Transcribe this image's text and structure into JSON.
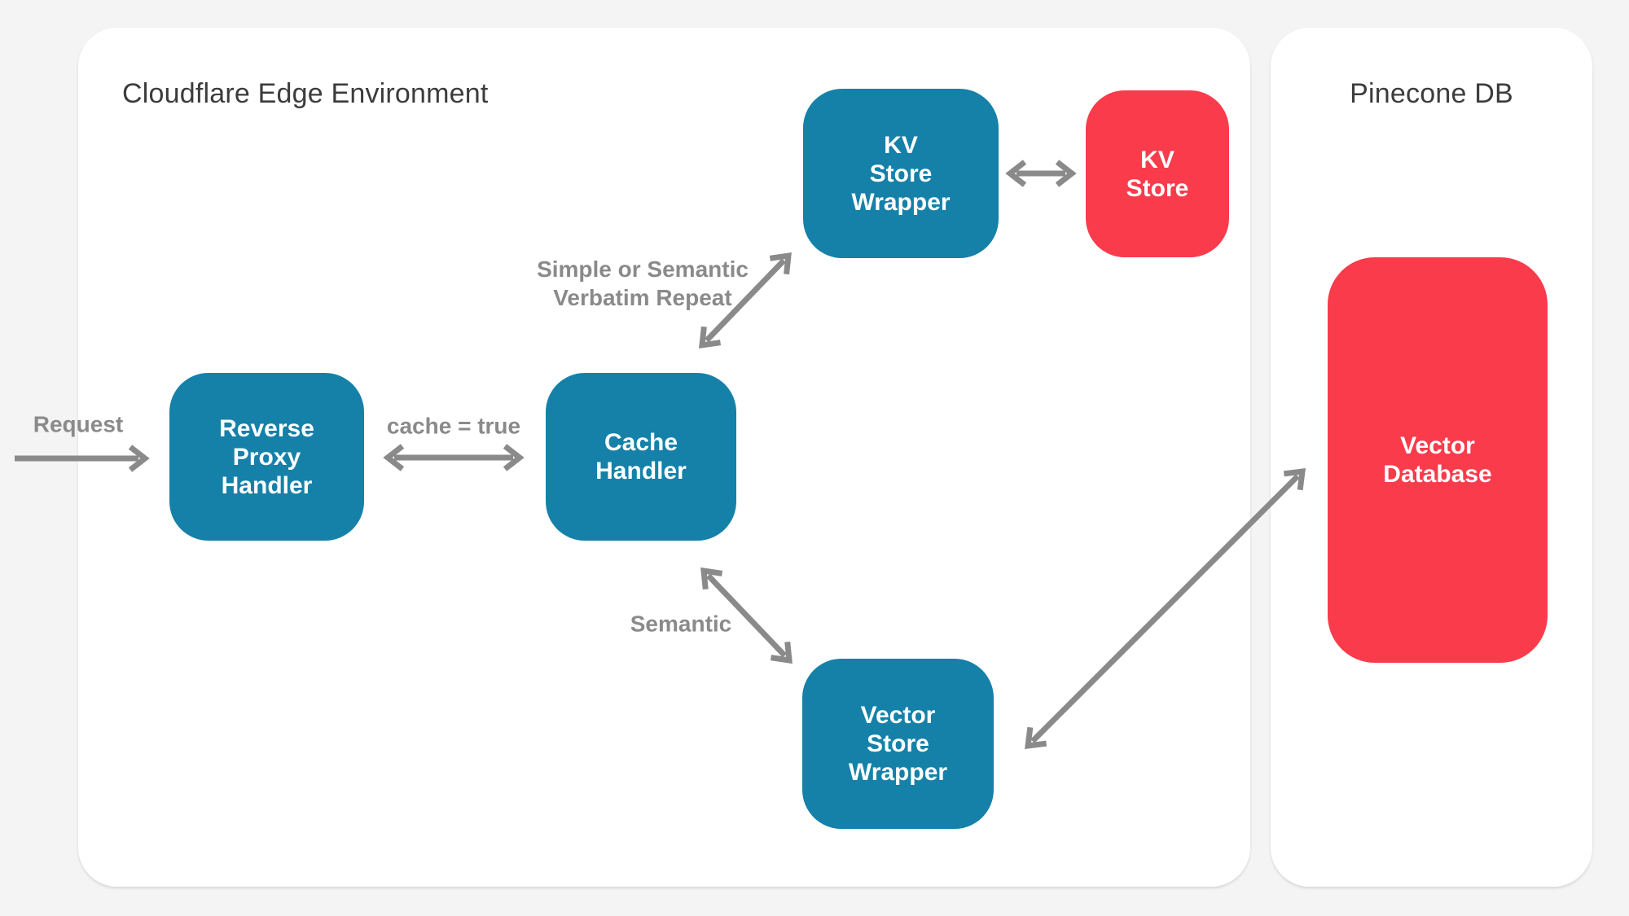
{
  "cards": {
    "cloudflare": {
      "title": "Cloudflare Edge Environment"
    },
    "pinecone": {
      "title": "Pinecone DB"
    }
  },
  "nodes": {
    "reverse_proxy": {
      "label": "Reverse\nProxy\nHandler",
      "kind": "service"
    },
    "cache_handler": {
      "label": "Cache\nHandler",
      "kind": "service"
    },
    "kv_store_wrapper": {
      "label": "KV\nStore\nWrapper",
      "kind": "service"
    },
    "vector_store_wrapper": {
      "label": "Vector\nStore\nWrapper",
      "kind": "service"
    },
    "kv_store": {
      "label": "KV\nStore",
      "kind": "store"
    },
    "vector_database": {
      "label": "Vector\nDatabase",
      "kind": "store"
    }
  },
  "edges": {
    "request": {
      "label": "Request",
      "direction": "one-way"
    },
    "cache_true": {
      "label": "cache = true",
      "direction": "two-way"
    },
    "verbatim": {
      "label": "Simple or Semantic\nVerbatim Repeat",
      "direction": "two-way"
    },
    "semantic": {
      "label": "Semantic",
      "direction": "two-way"
    },
    "kv_link": {
      "label": "",
      "direction": "two-way"
    },
    "vector_db_link": {
      "label": "",
      "direction": "two-way"
    }
  },
  "colors": {
    "background": "#f4f4f5",
    "card": "#ffffff",
    "service": "#1581a8",
    "store": "#f93b4b",
    "arrow": "#8a8a8a",
    "edge_label": "#8a8a8a",
    "title": "#3c3c3c"
  }
}
